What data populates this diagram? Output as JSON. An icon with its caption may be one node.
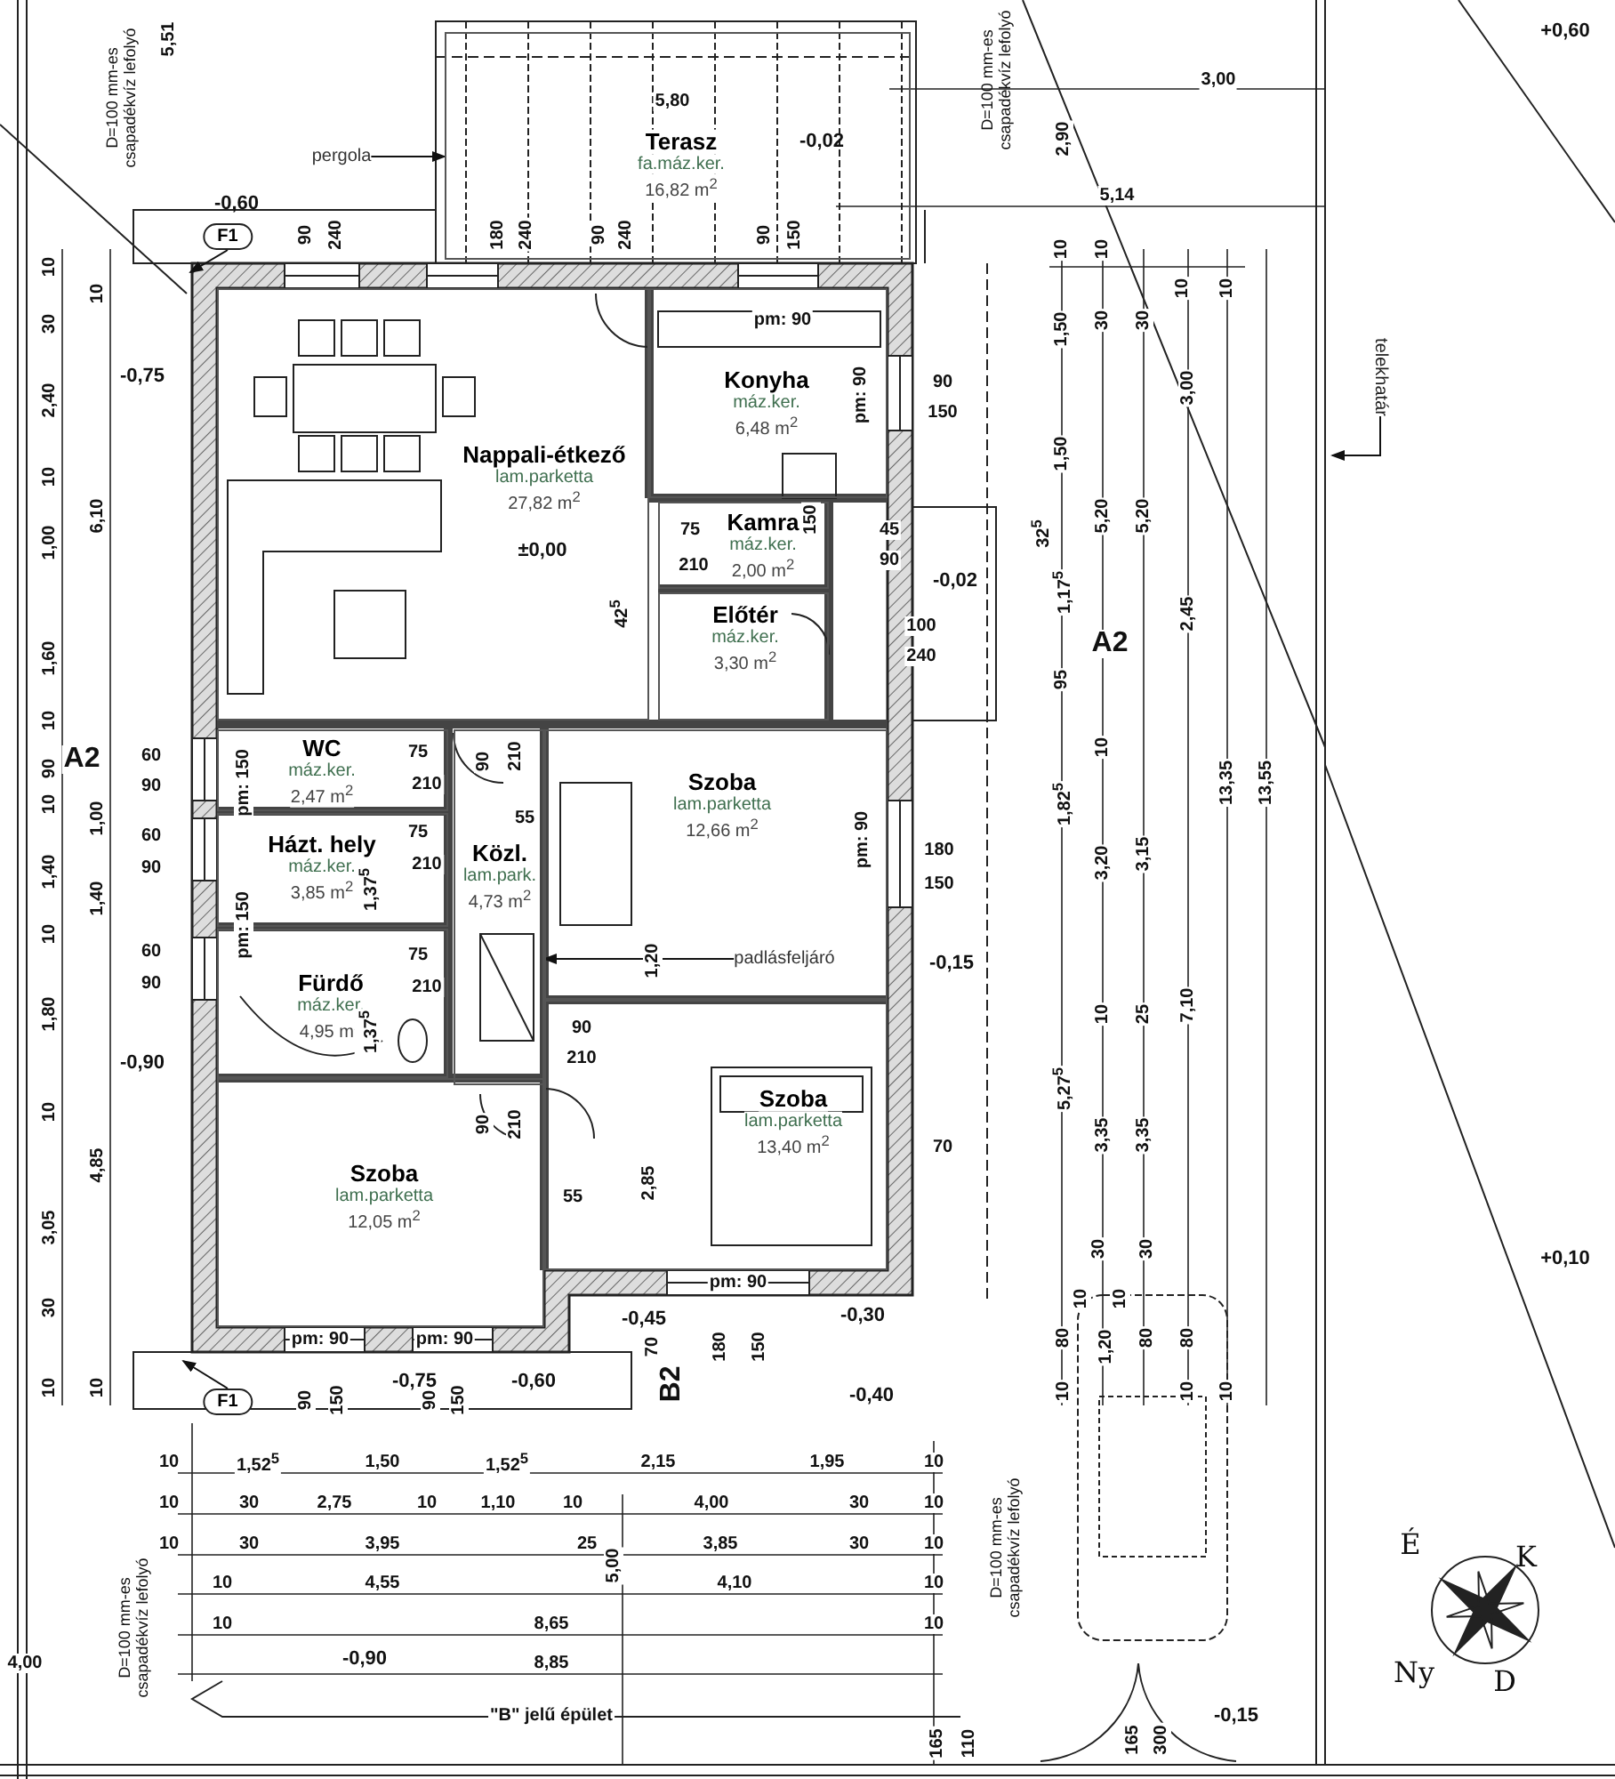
{
  "diagram": {
    "nodes": [
      {
        "text": [
          "Terasz",
          "fa.máz.ker.",
          "16,82 m$^{2}$"
        ]
      },
      {
        "text": [
          "pergola"
        ]
      },
      {
        "text": [
          "F1"
        ]
      },
      {
        "text": [
          "Nappali-étkező",
          "lam.parketta",
          "27,82 m$^{2}$"
        ]
      },
      {
        "text": [
          "Konyha",
          "máz.ker.",
          "6,48 m$^{2}$"
        ]
      },
      {
        "text": [
          "telekhatár"
        ]
      },
      {
        "text": [
          "Kamra",
          "máz.ker.",
          "2,00 m$^{2}$"
        ]
      },
      {
        "text": [
          "Előtér",
          "máz.ker.",
          "3,30 m$^{2}$"
        ]
      },
      {
        "text": [
          "WC",
          "máz.ker.",
          "2,47 m$^{2}$"
        ]
      },
      {
        "text": [
          "Házt. hely",
          "máz.ker.",
          "3,85 m$^{2}$"
        ]
      },
      {
        "text": [
          "Közl.",
          "lam.park.",
          "4,73 m$^{2}$"
        ]
      },
      {
        "text": [
          "Szoba",
          "lam.parketta",
          "12,66 m$^{2}$"
        ]
      },
      {
        "text": [
          "padlásfeljáró"
        ],
        "in": 11
      },
      {
        "text": [
          "Fürdő",
          "máz.ker.",
          "4,95 m$^{2}$"
        ]
      },
      {
        "text": [
          "Szoba",
          "lam.parketta",
          "13,40 m$^{2}$"
        ]
      },
      {
        "text": [
          "Szoba",
          "lam.parketta",
          "12,05 m$^{2}$"
        ]
      },
      {
        "text": [
          "F1"
        ]
      }
    ],
    "edges": [
      {
        "from": 1,
        "to": 0,
        "arrow": "to"
      },
      {
        "from": 2,
        "to": null,
        "arrow": "to"
      },
      {
        "from": 5,
        "to": null,
        "arrow": "to"
      },
      {
        "from": 12,
        "to": 10,
        "arrow": "to"
      },
      {
        "from": 16,
        "to": null,
        "arrow": "to"
      }
    ],
    "labels": [
      "5,51",
      "D=100 mm-es csapadékvíz lefolyó",
      "5,80",
      "-0,02",
      "D=100 mm-es csapadékvíz lefolyó",
      "+0,60",
      "3,00",
      "2,90",
      "5,14",
      "-0,60",
      "90",
      "240",
      "180",
      "240",
      "90",
      "240",
      "90",
      "150",
      "10",
      "10",
      "10",
      "10",
      "10",
      "10",
      "30",
      "pm: 90",
      "1,50",
      "30",
      "30",
      "2,40",
      "-0,75",
      "pm: 90",
      "90",
      "150",
      "3,00",
      "1,50",
      "10",
      "1,00",
      "6,10",
      "75",
      "150",
      "45",
      "32$^{5}$",
      "5,20",
      "5,20",
      "±0,00",
      "210",
      "90",
      "-0,02",
      "1,17$^{5}$",
      "42$^{5}$",
      "2,45",
      "100",
      "A2",
      "240",
      "1,60",
      "95",
      "10",
      "10",
      "A2",
      "60",
      "90",
      "pm: 150",
      "75",
      "210",
      "90",
      "210",
      "90",
      "1,00",
      "13,35",
      "13,55",
      "10",
      "1,82$^{5}$",
      "55",
      "60",
      "75",
      "pm: 90",
      "180",
      "3,20",
      "3,15",
      "1,40",
      "1,40",
      "90",
      "1,37$^{5}$",
      "210",
      "150",
      "pm: 150",
      "10",
      "60",
      "75",
      "1,20",
      "-0,15",
      "90",
      "210",
      "1,80",
      "10",
      "25",
      "7,10",
      "90",
      "1,37$^{5}$",
      "210",
      "-0,90",
      "5,27$^{5}$",
      "10",
      "90",
      "210",
      "3,35",
      "3,35",
      "70",
      "4,85",
      "2,85",
      "55",
      "3,05",
      "30",
      "30",
      "pm: 90",
      "+0,10",
      "10",
      "10",
      "30",
      "pm: 90",
      "pm: 90",
      "-0,45",
      "-0,30",
      "80",
      "1,20",
      "80",
      "80",
      "70",
      "180",
      "150",
      "10",
      "10",
      "90",
      "150",
      "-0,75",
      "90",
      "150",
      "-0,60",
      "B2",
      "-0,40",
      "10",
      "10",
      "10",
      "10",
      "1,52$^{5}$",
      "1,50",
      "1,52$^{5}$",
      "2,15",
      "1,95",
      "10",
      "10",
      "30",
      "2,75",
      "10",
      "1,10",
      "10",
      "4,00",
      "30",
      "10",
      "10",
      "30",
      "3,95",
      "25",
      "3,85",
      "30",
      "10",
      "D=100 mm-es csapadékvíz lefolyó",
      "É",
      "K",
      "5,00",
      "10",
      "4,55",
      "4,10",
      "10",
      "10",
      "8,65",
      "10",
      "D=100 mm-es csapadékvíz lefolyó",
      "4,00",
      "-0,90",
      "8,85",
      "Ny",
      "D",
      "\"B\" jelű épület",
      "-0,15",
      "165",
      "110",
      "165",
      "300"
    ]
  }
}
